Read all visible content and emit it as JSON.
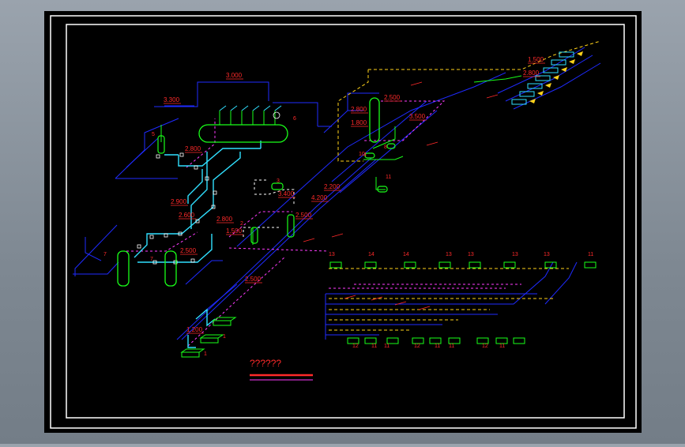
{
  "drawing": {
    "background_color": "#000000",
    "frame_color": "#ffffff",
    "pipe_colors": {
      "blue": "#1f2bff",
      "yellow": "#ffd21a",
      "magenta": "#ff3cff",
      "cyan": "#30e0ff",
      "green": "#19ff19",
      "red": "#ff2a2a",
      "white": "#ffffff"
    },
    "title_text": "??????",
    "elevations": [
      "3.000",
      "3.300",
      "2.800",
      "2.500",
      "2.900",
      "2.600",
      "2.800",
      "1.500",
      "2.500",
      "4.200",
      "2.800",
      "2.500",
      "1.800",
      "3.500",
      "1.500",
      "2.800",
      "2.500",
      "1.200",
      "2.200",
      "3.400"
    ],
    "component_numbers": [
      "5",
      "6",
      "7",
      "7",
      "2",
      "3",
      "4",
      "8",
      "10",
      "11",
      "1",
      "1",
      "13",
      "14",
      "14",
      "13",
      "13",
      "13",
      "13",
      "11",
      "12",
      "11",
      "11",
      "12",
      "11",
      "11",
      "12",
      "11"
    ]
  }
}
